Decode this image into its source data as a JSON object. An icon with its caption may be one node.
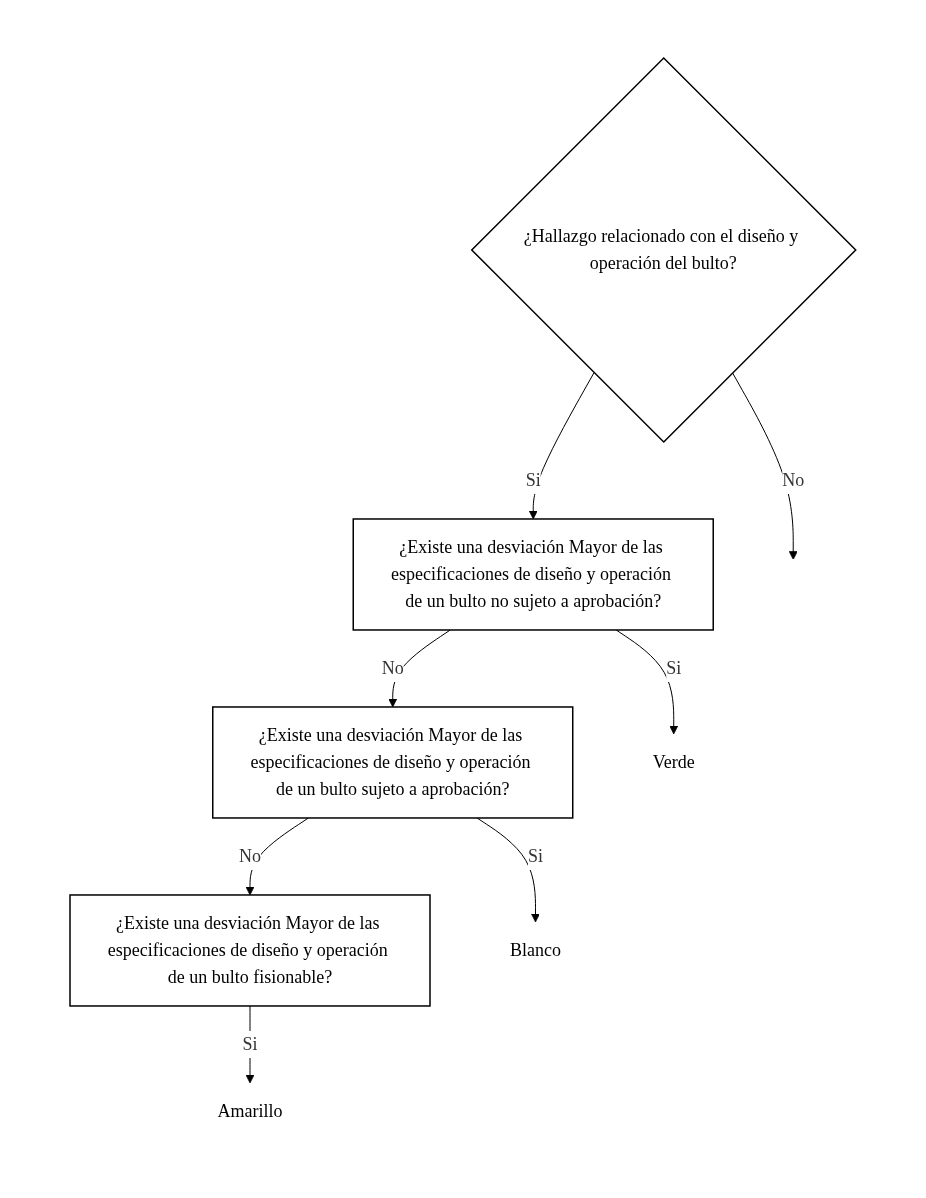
{
  "diagram": {
    "nodes": [
      {
        "text": [
          "¿Hallazgo relacionado con el diseño y operación del bulto?"
        ]
      },
      {
        "text": [
          "¿Existe una desviación Mayor de las especificaciones de diseño y operación de un bulto no sujeto a aprobación?"
        ]
      },
      {
        "text": [
          "¿Existe una desviación Mayor de las especificaciones de diseño y operación de un bulto sujeto a aprobación?"
        ]
      },
      {
        "text": [
          "¿Existe una desviación Mayor de las especificaciones de diseño y operación de un bulto fisionable?"
        ]
      },
      {
        "text": [
          "Verde"
        ]
      },
      {
        "text": [
          "Blanco"
        ]
      },
      {
        "text": [
          "Amarillo"
        ]
      }
    ],
    "edges": [
      {
        "from": 0,
        "to": null,
        "arrow": "to",
        "label": "No"
      },
      {
        "from": 0,
        "to": 1,
        "arrow": "to",
        "label": "Si"
      },
      {
        "from": 1,
        "to": 4,
        "arrow": "to",
        "label": "Si"
      },
      {
        "from": 1,
        "to": 2,
        "arrow": "to",
        "label": "No"
      },
      {
        "from": 2,
        "to": 5,
        "arrow": "to",
        "label": "Si"
      },
      {
        "from": 2,
        "to": 3,
        "arrow": "to",
        "label": "No"
      },
      {
        "from": 3,
        "to": 6,
        "arrow": "to",
        "label": "Si"
      }
    ]
  }
}
